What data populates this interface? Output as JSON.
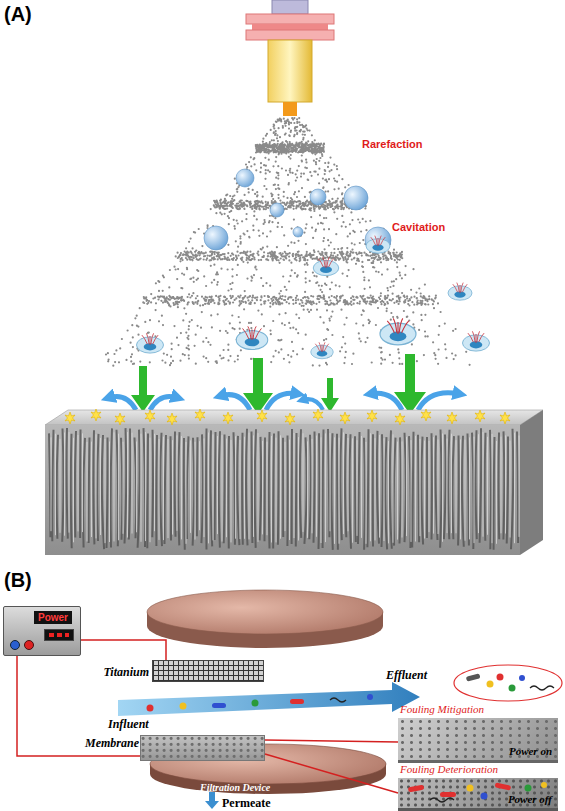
{
  "diagram": {
    "nodes": [
      {
        "text": [
          "Power"
        ]
      },
      {
        "text": [
          "Titanium"
        ]
      },
      {
        "text": [
          "Membrane"
        ]
      },
      {
        "text": [
          "Fouling Mitigation",
          "Power on"
        ]
      },
      {
        "text": [
          "Fouling Deterioration",
          "Power off"
        ]
      }
    ],
    "edges": [
      {
        "from": 0,
        "to": 1,
        "arrow": "none"
      },
      {
        "from": 0,
        "to": 2,
        "arrow": "none"
      },
      {
        "from": 2,
        "to": 3,
        "arrow": "none"
      },
      {
        "from": 2,
        "to": 4,
        "arrow": "none"
      }
    ],
    "labels": [
      "(A)",
      "Rarefaction",
      "Cavitation",
      "(B)",
      "Influent",
      "Effluent",
      "Filtration Device",
      "Permeate"
    ]
  }
}
